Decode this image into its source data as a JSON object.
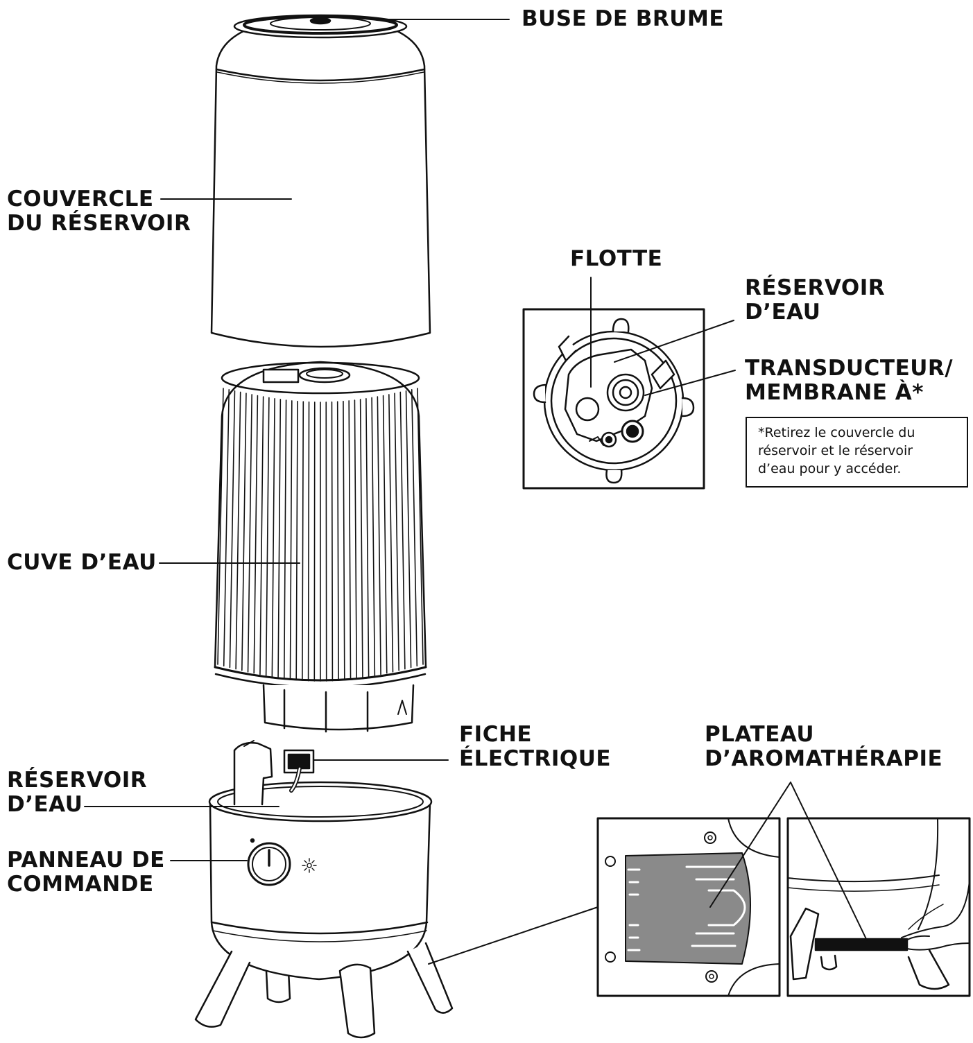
{
  "labels": {
    "mist_nozzle": "BUSE DE BRUME",
    "tank_cover": [
      "COUVERCLE",
      "DU RÉSERVOIR"
    ],
    "float": "FLOTTE",
    "detail_water_reservoir": [
      "RÉSERVOIR",
      "D’EAU"
    ],
    "transducer": [
      "TRANSDUCTEUR/",
      "MEMBRANE À*"
    ],
    "water_tank": "CUVE D’EAU",
    "power_plug": [
      "FICHE",
      "ÉLECTRIQUE"
    ],
    "aroma_tray": [
      "PLATEAU",
      "D’AROMATHÉRAPIE"
    ],
    "base_water_reservoir": [
      "RÉSERVOIR",
      "D’EAU"
    ],
    "control_panel": [
      "PANNEAU DE",
      "COMMANDE"
    ]
  },
  "note": {
    "lines": [
      "*Retirez le couvercle du",
      "réservoir et le réservoir",
      "d’eau pour y accéder."
    ]
  },
  "colors": {
    "line": "#111111",
    "tray_fill": "#8a8a8a",
    "cover_fill": "#ffffff"
  }
}
